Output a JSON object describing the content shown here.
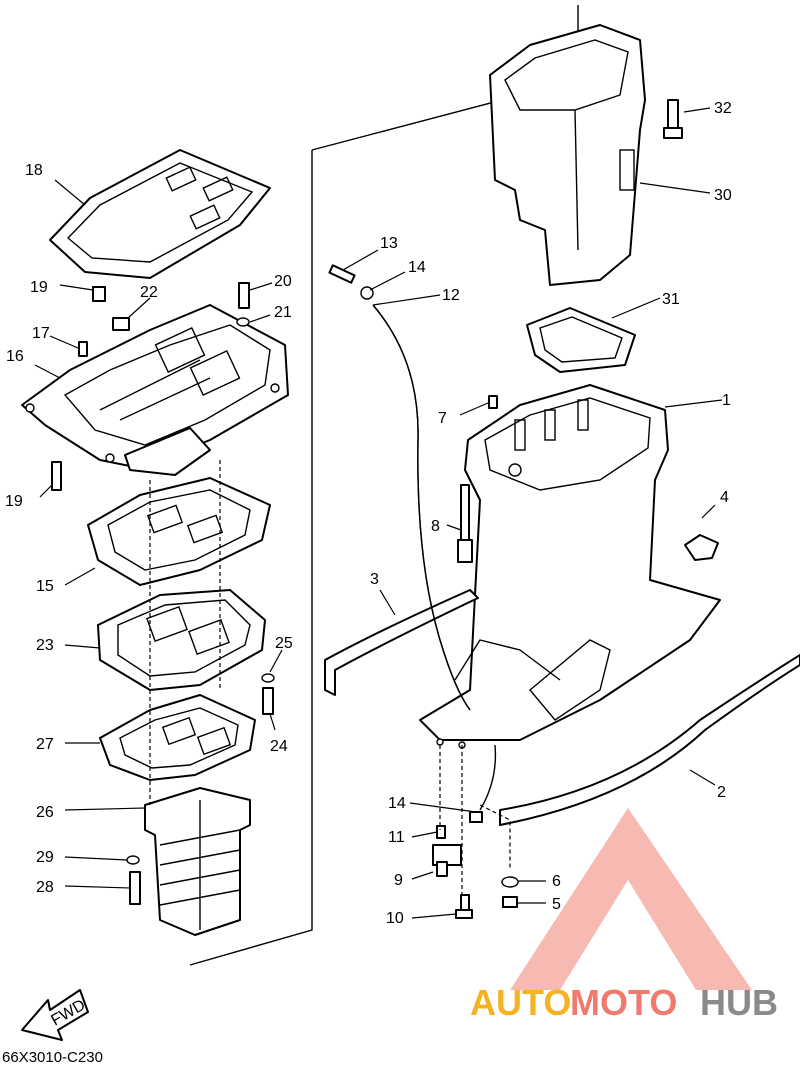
{
  "diagram": {
    "drawing_code": "66X3010-C230",
    "fwd_label": "FWD",
    "callouts": {
      "c1": "1",
      "c2": "2",
      "c3": "3",
      "c4": "4",
      "c5": "5",
      "c6": "6",
      "c7": "7",
      "c8": "8",
      "c9": "9",
      "c10": "10",
      "c11": "11",
      "c12": "12",
      "c13": "13",
      "c14a": "14",
      "c14b": "14",
      "c15": "15",
      "c16": "16",
      "c17": "17",
      "c18": "18",
      "c19a": "19",
      "c19b": "19",
      "c20": "20",
      "c21": "21",
      "c22": "22",
      "c23": "23",
      "c24": "24",
      "c25": "25",
      "c26": "26",
      "c27": "27",
      "c28": "28",
      "c29": "29",
      "c30": "30",
      "c31": "31",
      "c32": "32"
    }
  },
  "watermark": {
    "part_auto": "AUTO",
    "part_moto": "MOTO",
    "part_hub": "HUB",
    "colors": {
      "auto": "#f5b223",
      "moto": "#f07a6e",
      "hub": "#8a8a8a"
    }
  }
}
